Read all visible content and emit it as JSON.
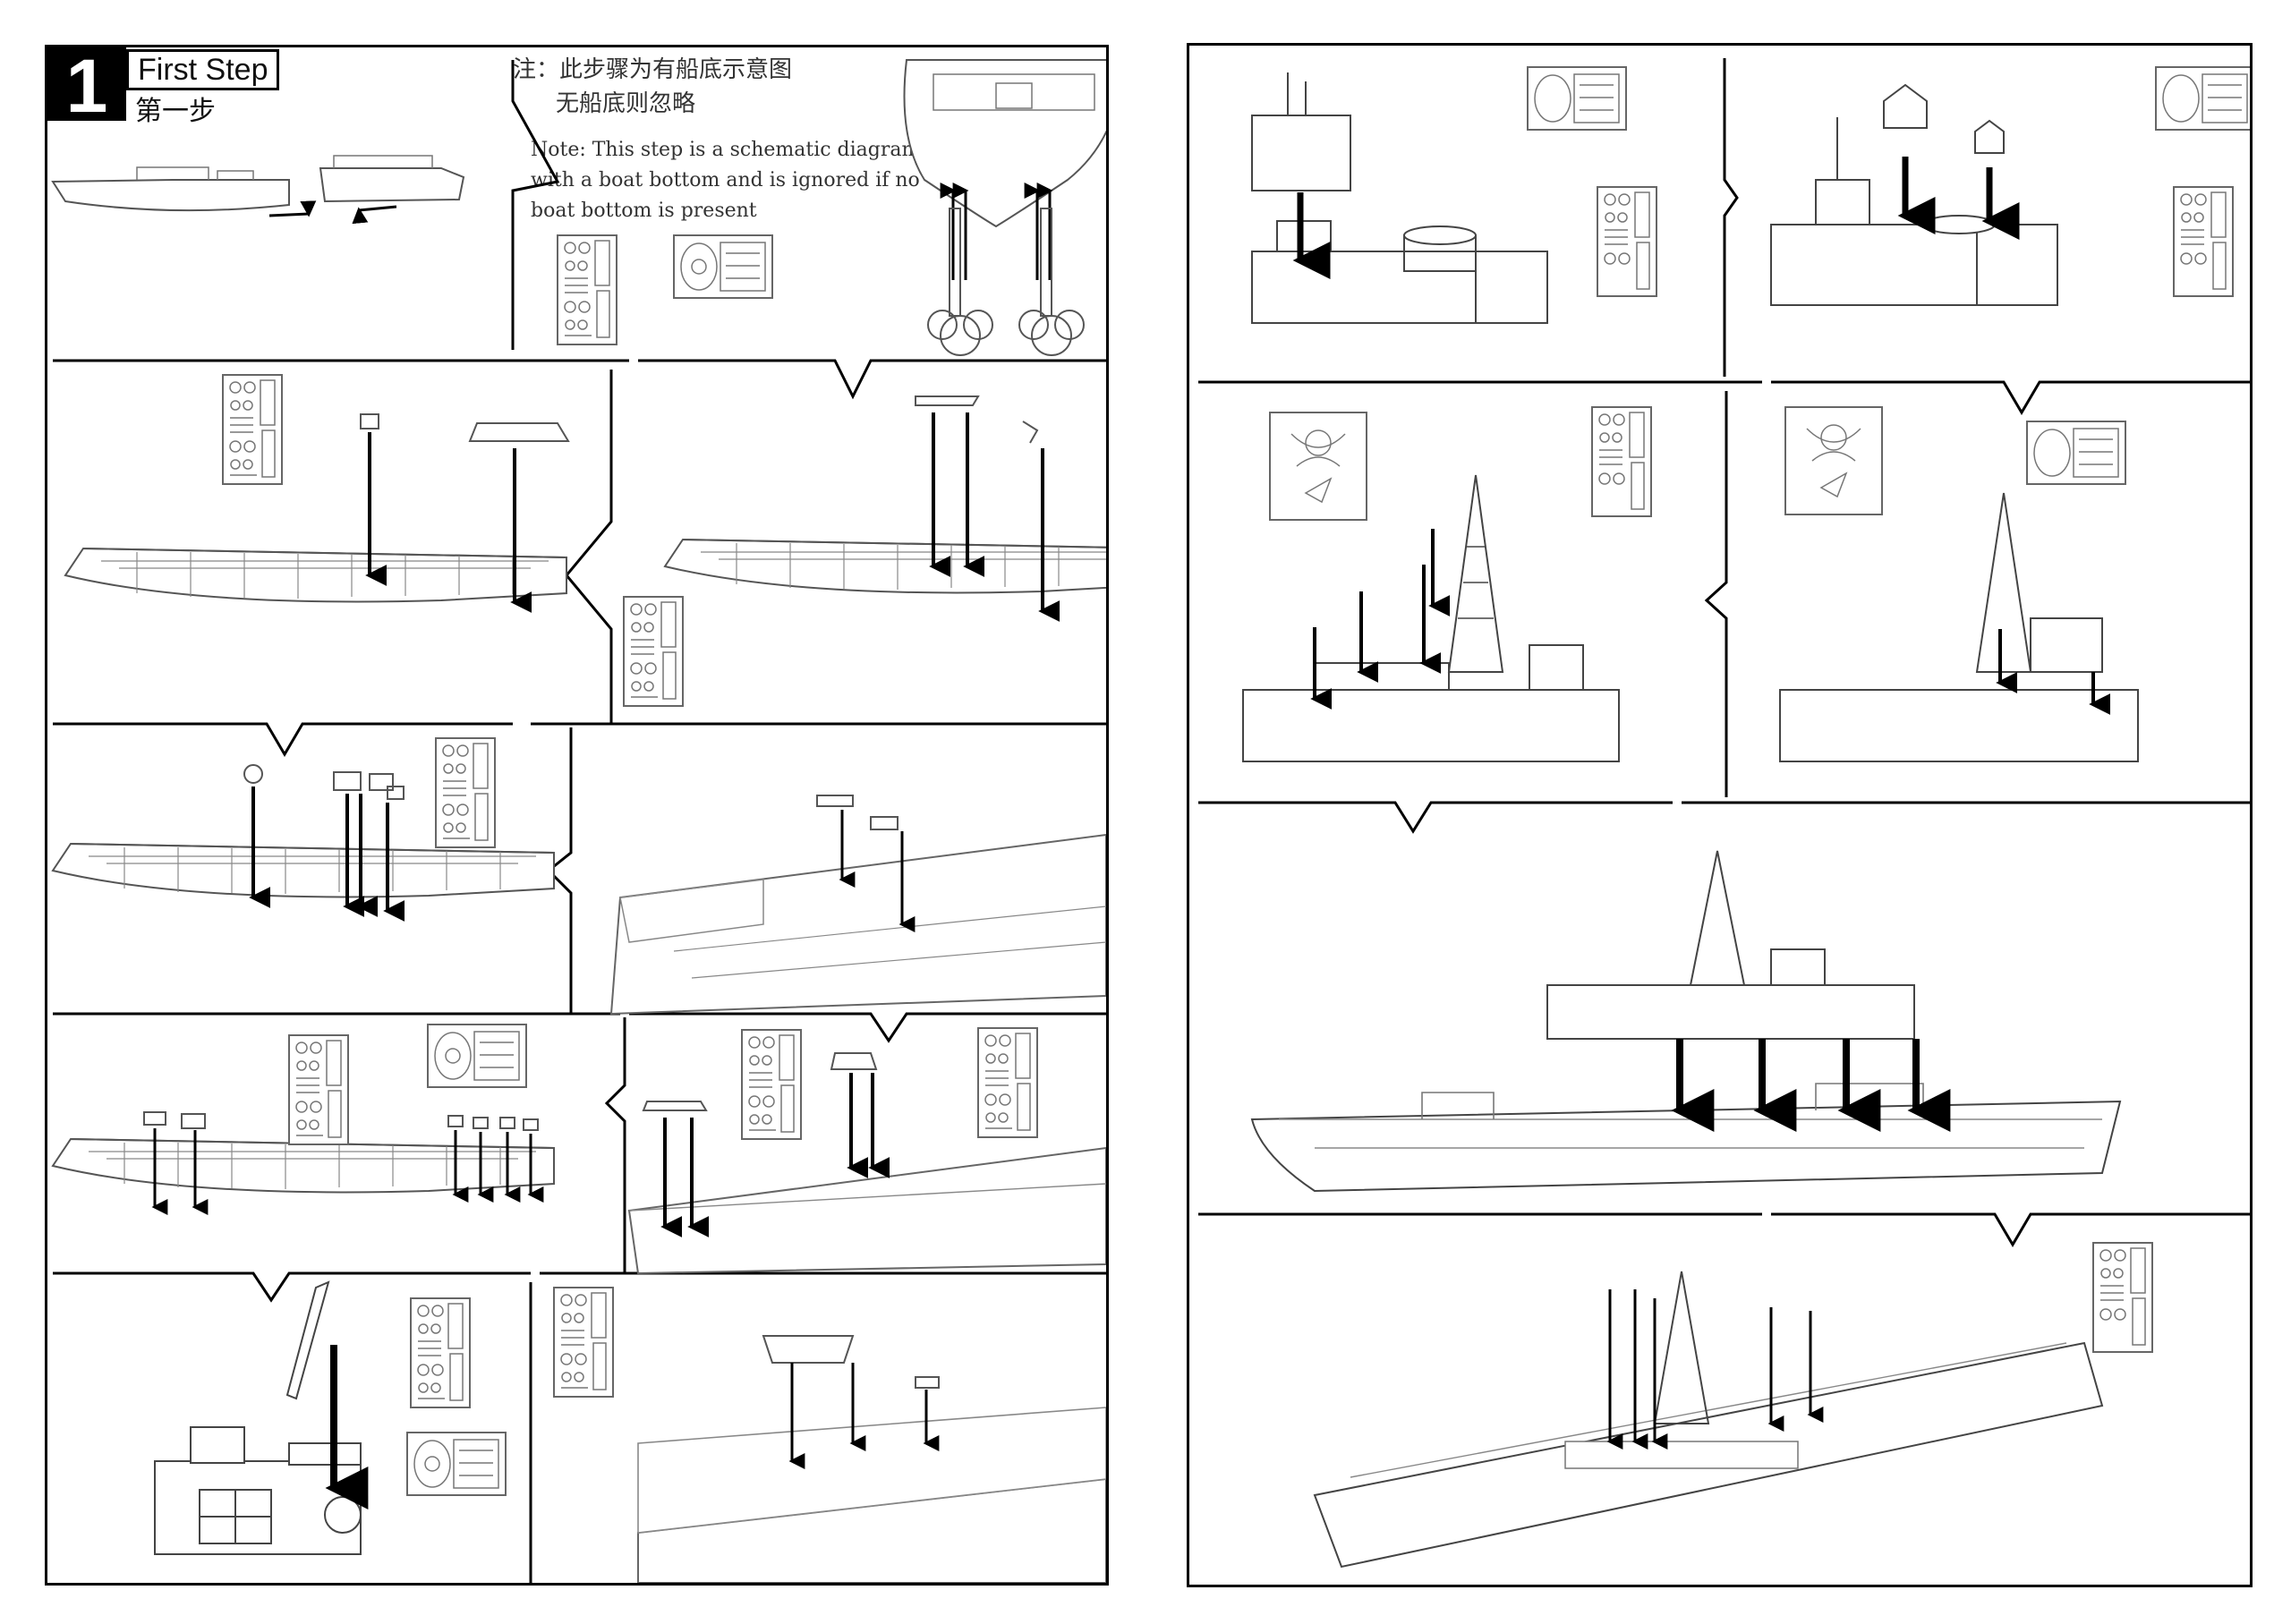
{
  "step": {
    "number": "1",
    "title": "First Step",
    "subtitle": "第一步"
  },
  "note": {
    "cn_line1": "注：此步骤为有船底示意图",
    "cn_line2": "无船底则忽略",
    "en": "Note: This step is a schematic diagram with a boat bottom and is ignored if no boat bottom is present"
  },
  "icons": {
    "arrow": "down-arrow-icon",
    "parts_sheet": "parts-sheet-icon",
    "propeller": "propeller-icon"
  },
  "colors": {
    "line": "#000000",
    "drawing": "#555555",
    "background": "#ffffff"
  }
}
